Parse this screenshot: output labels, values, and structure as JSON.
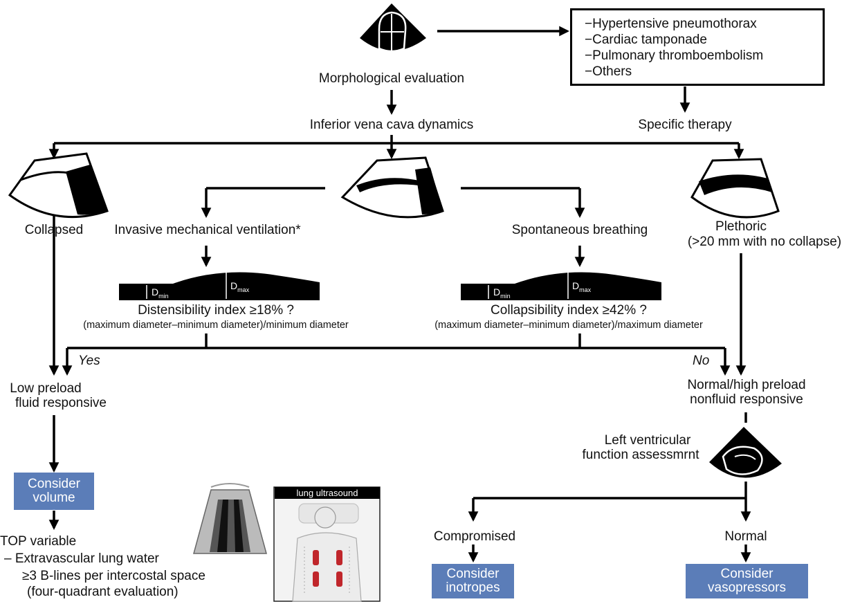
{
  "top": {
    "morphological": "Morphological evaluation",
    "ivc_dynamics": "Inferior vena cava dynamics",
    "specific_therapy": "Specific therapy",
    "conditions": [
      "−Hypertensive pneumothorax",
      "−Cardiac tamponade",
      "−Pulmonary thromboembolism",
      "−Others"
    ]
  },
  "ivc": {
    "collapsed": "Collapsed",
    "invasive": "Invasive mechanical ventilation*",
    "spontaneous": "Spontaneous breathing",
    "plethoric": "Plethoric",
    "plethoric_sub": "(>20 mm with no collapse)",
    "dmin": "D",
    "dmin_sub": "min",
    "dmax": "D",
    "dmax_sub": "max"
  },
  "indices": {
    "distensibility": "Distensibility index ≥18% ?",
    "distensibility_formula": "(maximum diameter–minimum diameter)/minimum diameter",
    "collapsibility": "Collapsibility index ≥42% ?",
    "collapsibility_formula": "(maximum diameter–minimum diameter)/maximum diameter"
  },
  "decision": {
    "yes": "Yes",
    "no": "No",
    "low_preload_1": "Low preload",
    "low_preload_2": "fluid responsive",
    "normal_preload_1": "Normal/high preload",
    "normal_preload_2": "nonfluid responsive",
    "lv_1": "Left ventricular",
    "lv_2": "function assessmrnt",
    "compromised": "Compromised",
    "normal": "Normal"
  },
  "actions": {
    "volume_1": "Consider",
    "volume_2": "volume",
    "inotropes_1": "Consider",
    "inotropes_2": "inotropes",
    "vasopressors_1": "Consider",
    "vasopressors_2": "vasopressors"
  },
  "stop": {
    "line1": "TOP variable",
    "line2": "– Extravascular lung water",
    "line3": "≥3 B-lines per intercostal space",
    "line4": "(four-quadrant evaluation)",
    "photo_title": "lung ultrasound"
  },
  "colors": {
    "action_fill": "#5b7db8",
    "line": "#000000",
    "lung_marks": "#c0262b"
  }
}
